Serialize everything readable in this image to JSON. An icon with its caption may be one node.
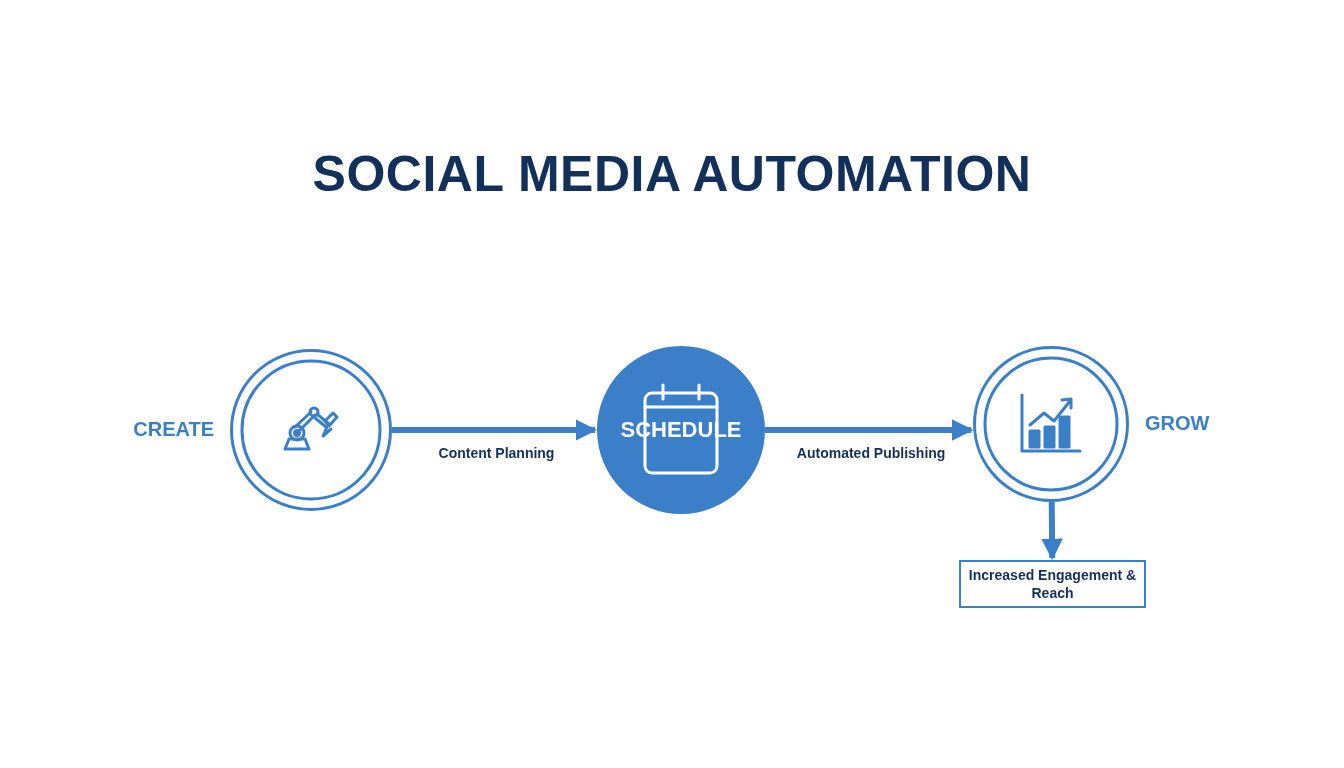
{
  "diagram": {
    "title": "SOCIAL MEDIA AUTOMATION",
    "nodes": [
      {
        "text": [
          "CREATE"
        ]
      },
      {
        "text": [
          "SCHEDULE"
        ]
      },
      {
        "text": [
          "GROW"
        ]
      },
      {
        "text": [
          "Increased Engagement & Reach"
        ]
      }
    ],
    "edges": [
      {
        "from": 0,
        "to": 1,
        "arrow": "to",
        "label": "Content Planning"
      },
      {
        "from": 1,
        "to": 2,
        "arrow": "to",
        "label": "Automated Publishing"
      },
      {
        "from": 2,
        "to": 3,
        "arrow": "to"
      }
    ]
  }
}
